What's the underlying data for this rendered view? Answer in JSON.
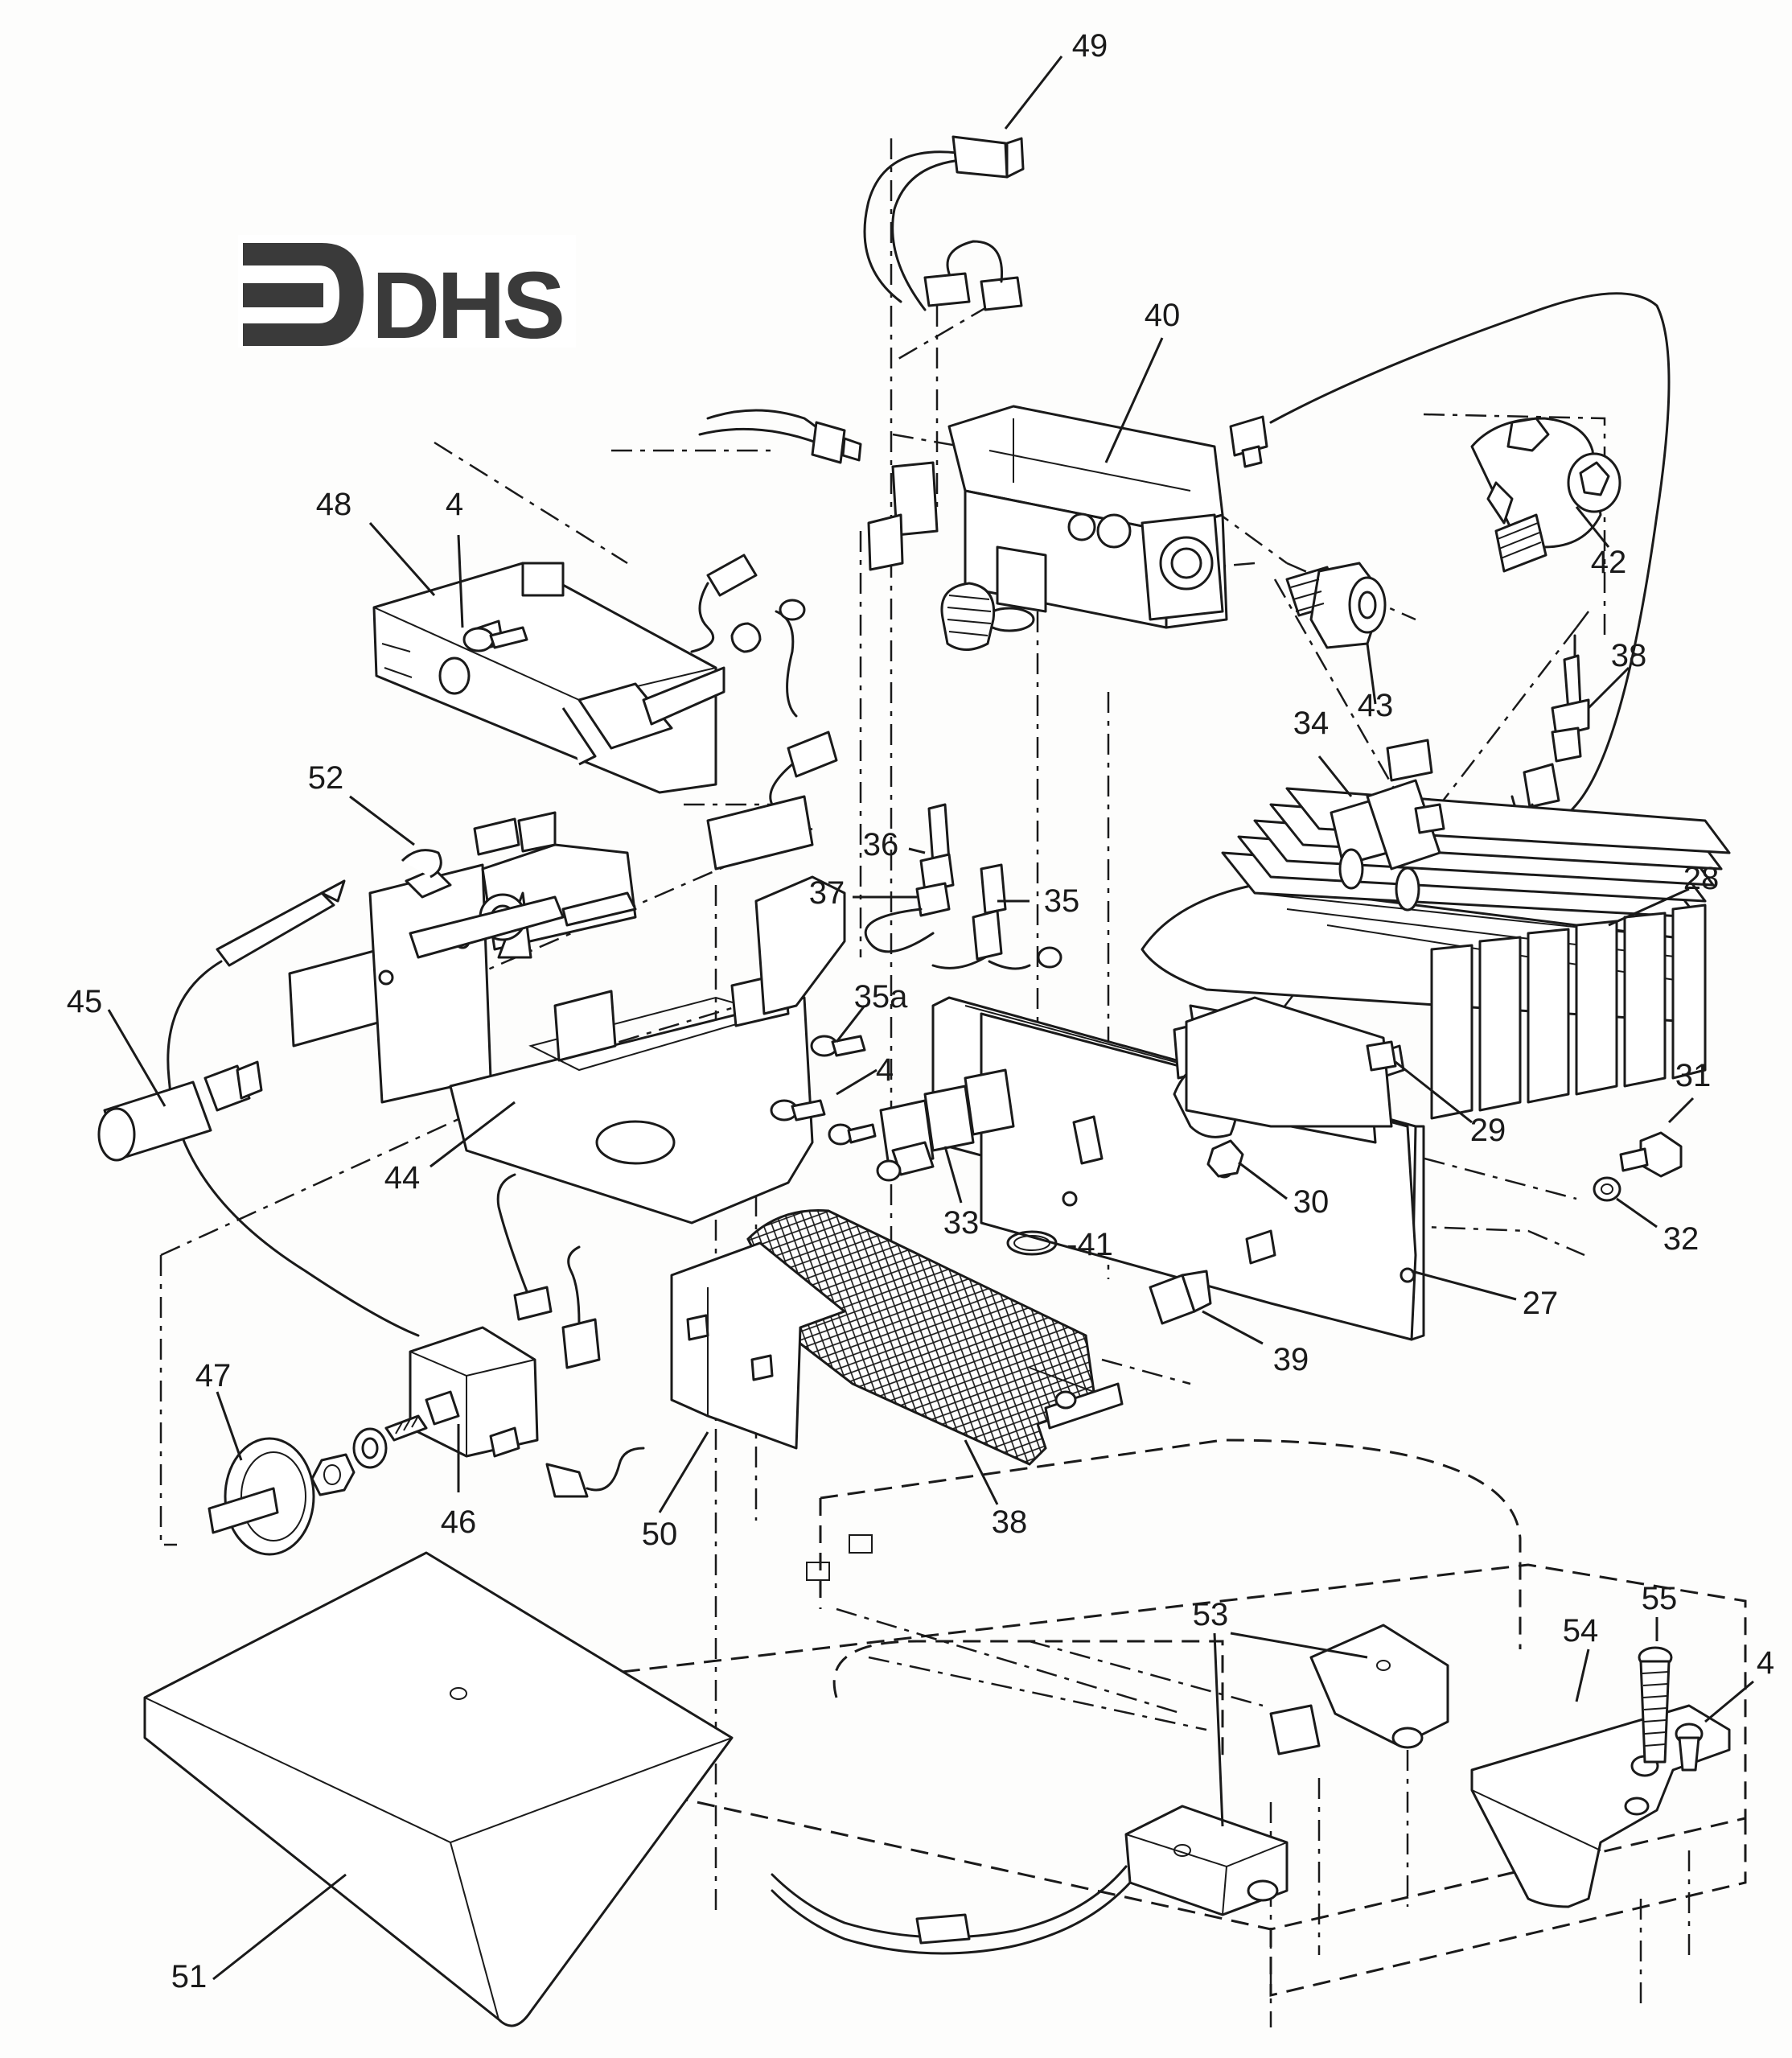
{
  "logo": {
    "text": "DHS"
  },
  "callouts": {
    "c49": "49",
    "c40": "40",
    "c42": "42",
    "c43": "43",
    "c38a": "38",
    "c48": "48",
    "c4a": "4",
    "c52": "52",
    "c34": "34",
    "c28": "28",
    "c36": "36",
    "c37": "37",
    "c35": "35",
    "c35a": "35a",
    "c4b": "4",
    "c45": "45",
    "c31": "31",
    "c29": "29",
    "c44": "44",
    "c33": "33",
    "c30": "30",
    "c32": "32",
    "c41": "-41",
    "c27": "27",
    "c39": "39",
    "c47": "47",
    "c46": "46",
    "c50": "50",
    "c38b": "38",
    "c53": "53",
    "c54": "54",
    "c55": "55",
    "c4c": "4",
    "c51": "51"
  },
  "icons": {
    "gas_valve": "gas-valve-icon",
    "burner": "burner-bar-icon",
    "thermocouple": "thermocouple-icon",
    "switch": "micro-switch-icon",
    "knob": "control-knob-icon"
  }
}
